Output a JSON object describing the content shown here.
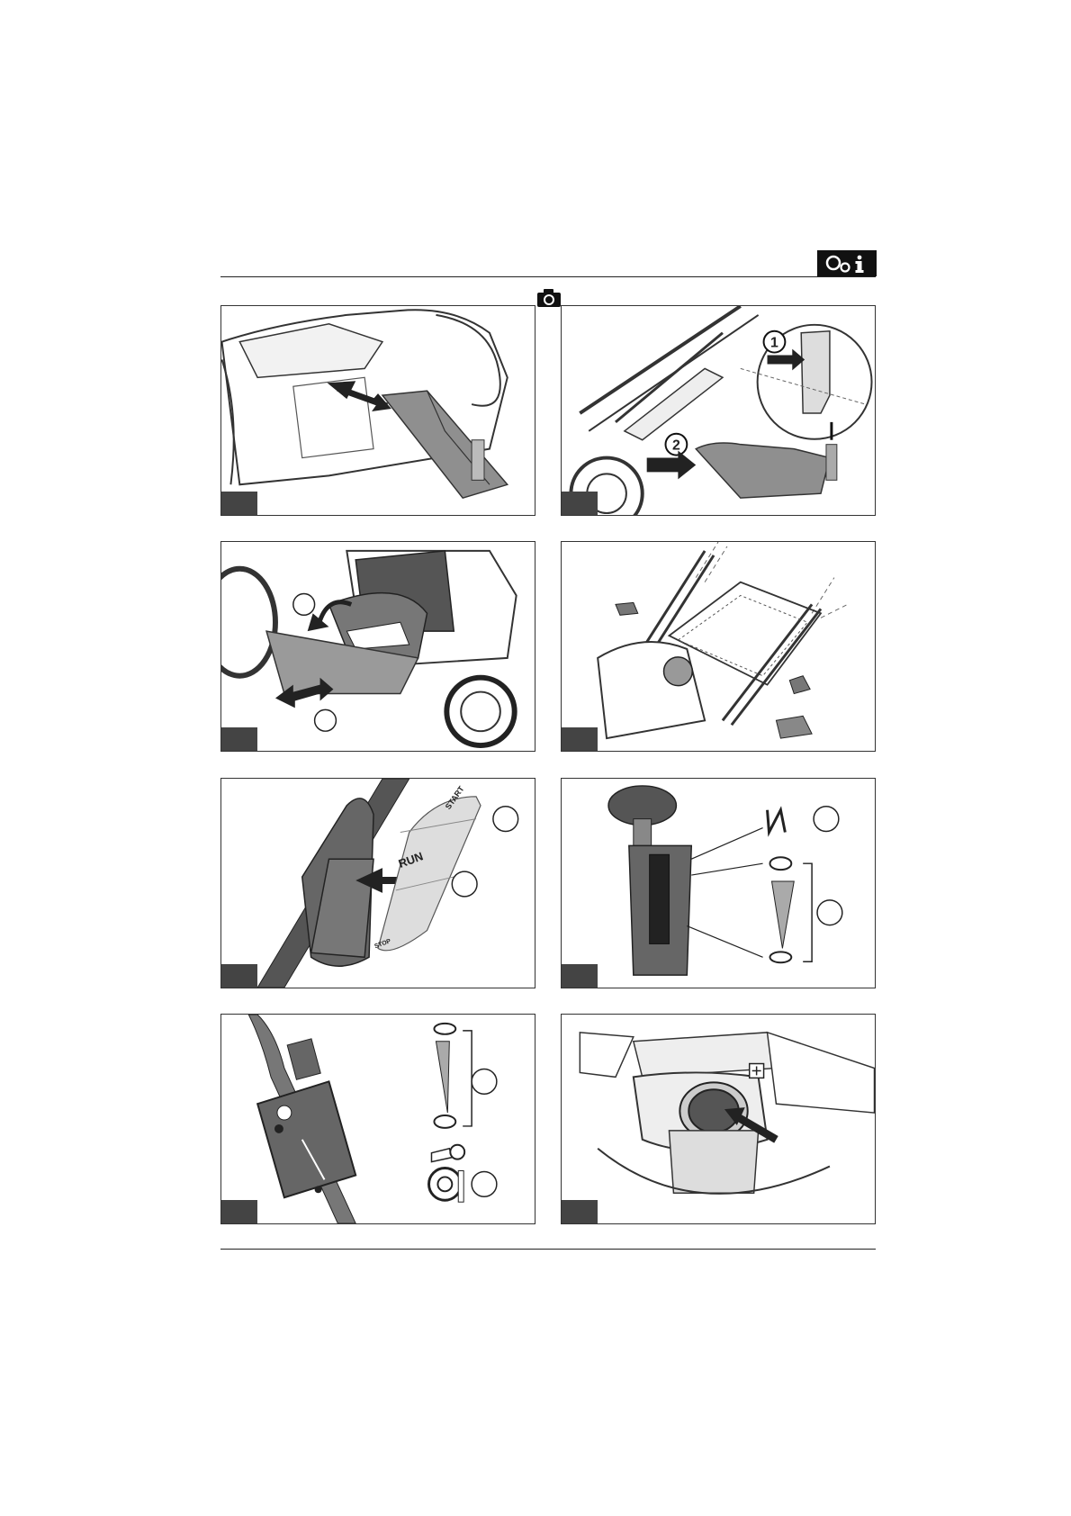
{
  "header": {
    "info_icon": "gears-info-icon",
    "camera_icon": "camera-icon"
  },
  "figures": [
    {
      "id": "fig-1",
      "callouts": []
    },
    {
      "id": "fig-2",
      "callouts": [
        "1",
        "2"
      ]
    },
    {
      "id": "fig-3",
      "callouts": []
    },
    {
      "id": "fig-4",
      "callouts": []
    },
    {
      "id": "fig-5",
      "callouts": [],
      "labels": {
        "start": "START",
        "run": "RUN",
        "stop": "STOP"
      }
    },
    {
      "id": "fig-6",
      "callouts": []
    },
    {
      "id": "fig-7",
      "callouts": []
    },
    {
      "id": "fig-8",
      "callouts": []
    }
  ]
}
